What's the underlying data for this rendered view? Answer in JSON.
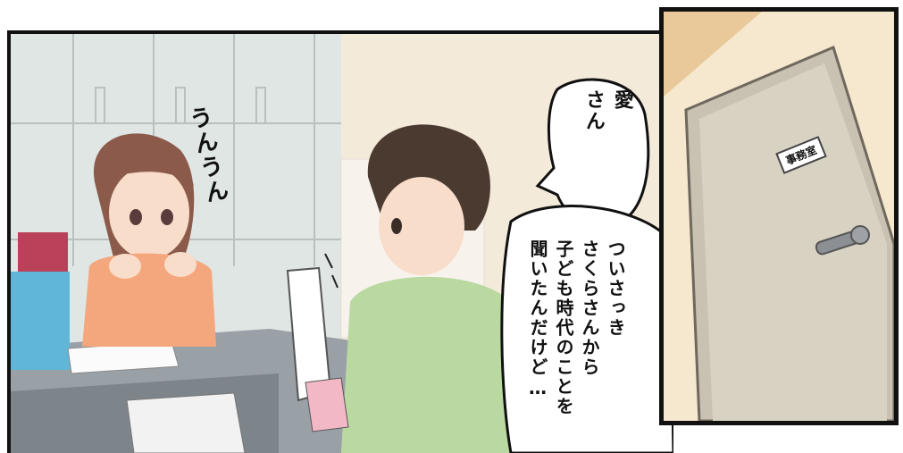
{
  "panels": {
    "left": {
      "sfx": "うんうん",
      "bubble_small": "愛\nさん",
      "bubble_large": "ついさっき\nさくらさんから\n子ども時代のことを\n聞いたんだけど…"
    },
    "right": {
      "door_sign": "事務室"
    }
  }
}
